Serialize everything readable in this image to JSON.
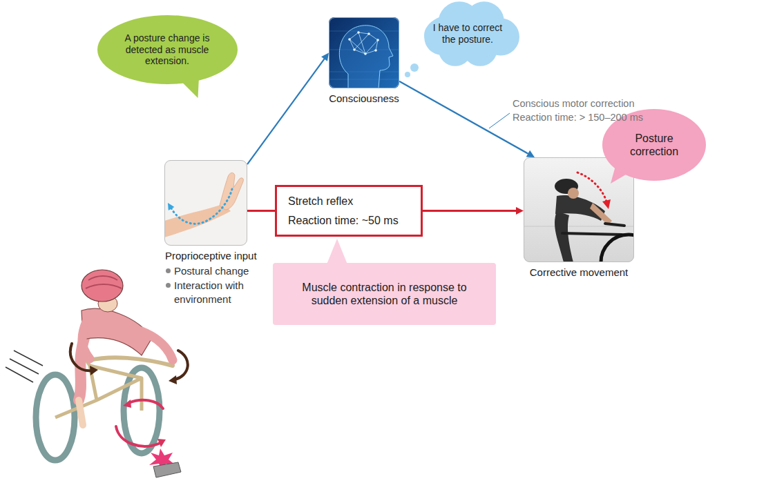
{
  "diagram": {
    "nodes": [
      {
        "text": [
          "A posture change is detected as muscle extension."
        ]
      },
      {
        "text": [
          "Consciousness"
        ]
      },
      {
        "text": [
          "I have to correct the posture."
        ]
      },
      {
        "text": [
          "Proprioceptive input"
        ]
      },
      {
        "text": [
          "Stretch reflex",
          "Reaction time: ~50 ms"
        ]
      },
      {
        "text": [
          "Corrective movement"
        ]
      },
      {
        "text": [
          "Posture correction"
        ]
      },
      {
        "text": [
          "Muscle contraction in response to sudden extension of a muscle"
        ]
      }
    ],
    "edges": [
      {
        "from": 3,
        "to": 1,
        "arrow": "to"
      },
      {
        "from": 1,
        "to": 5,
        "arrow": "to"
      },
      {
        "from": 3,
        "to": 4,
        "arrow": "none"
      },
      {
        "from": 4,
        "to": 5,
        "arrow": "to"
      }
    ],
    "labels": [
      "Conscious motor correction",
      "Reaction time: > 150–200 ms",
      "Postural change",
      "Interaction with environment"
    ]
  }
}
